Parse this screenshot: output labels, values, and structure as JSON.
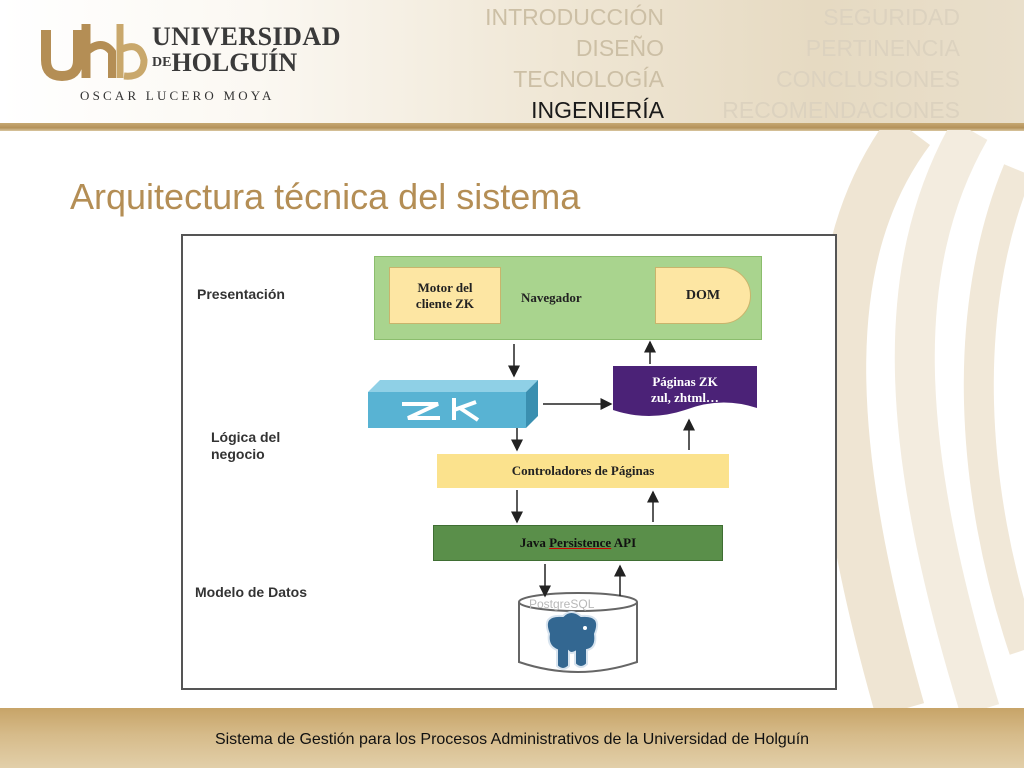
{
  "header": {
    "logo": {
      "title": "UNIVERSIDAD",
      "sub_de": "DE",
      "sub_name": "HOLGUÍN",
      "name": "OSCAR LUCERO MOYA"
    },
    "nav_left": [
      {
        "label": "INTRODUCCIÓN"
      },
      {
        "label": "DISEÑO"
      },
      {
        "label": "TECNOLOGÍA"
      },
      {
        "label": "INGENIERÍA",
        "active": true
      }
    ],
    "nav_right": [
      {
        "label": "SEGURIDAD"
      },
      {
        "label": "PERTINENCIA"
      },
      {
        "label": "CONCLUSIONES"
      },
      {
        "label": "RECOMENDACIONES"
      }
    ]
  },
  "slide": {
    "title": "Arquitectura técnica del sistema"
  },
  "diagram": {
    "layers": {
      "presentacion": "Presentación",
      "logica": "Lógica del negocio",
      "modelo": "Modelo de Datos"
    },
    "navegador": "Navegador",
    "motor": "Motor del cliente ZK",
    "dom": "DOM",
    "zk_logo": "zk",
    "paginas_zk_line1": "Páginas ZK",
    "paginas_zk_line2": "zul, zhtml…",
    "controladores": "Controladores de Páginas",
    "jpa_prefix": "Java ",
    "jpa_underlined": "Persistence",
    "jpa_suffix": " API",
    "postgres_label": "PostgreSQL"
  },
  "footer": {
    "text": "Sistema de Gestión para los Procesos Administrativos de la Universidad de Holguín"
  },
  "colors": {
    "accent_gold": "#b48e55",
    "green_layer": "#a9d48e",
    "yellow_box": "#fde6a3",
    "zk_blue": "#58b3d3",
    "pages_purple": "#4b2277",
    "jpa_green": "#5a8f4a"
  }
}
